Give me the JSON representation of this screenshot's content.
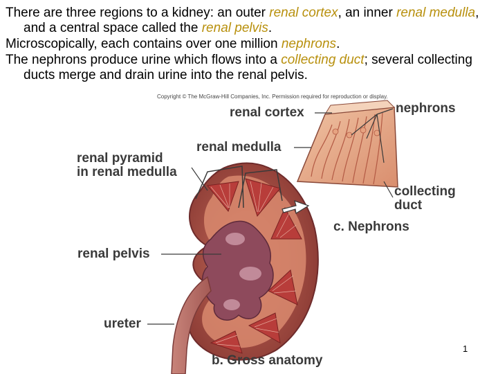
{
  "paragraphs": [
    {
      "segments": [
        {
          "text": "There are three regions to a kidney: an outer ",
          "hl": false
        },
        {
          "text": "renal cortex",
          "hl": true
        },
        {
          "text": ", an inner ",
          "hl": false
        },
        {
          "text": "renal medulla",
          "hl": true
        },
        {
          "text": ", and a central space called the ",
          "hl": false
        },
        {
          "text": "renal pelvis",
          "hl": true
        },
        {
          "text": ".",
          "hl": false
        }
      ]
    },
    {
      "segments": [
        {
          "text": "Microscopically, each contains over one million ",
          "hl": false
        },
        {
          "text": "nephrons",
          "hl": true
        },
        {
          "text": ".",
          "hl": false
        }
      ]
    },
    {
      "segments": [
        {
          "text": "The nephrons produce urine which flows into a ",
          "hl": false
        },
        {
          "text": "collecting duct",
          "hl": true
        },
        {
          "text": "; several collecting ducts merge and drain urine into the renal pelvis.",
          "hl": false
        }
      ]
    }
  ],
  "copyright": "Copyright © The McGraw-Hill Companies, Inc. Permission required for reproduction or display.",
  "labels": {
    "renal_cortex": "renal cortex",
    "nephrons": "nephrons",
    "renal_medulla": "renal medulla",
    "renal_pyramid_1": "renal pyramid",
    "renal_pyramid_2": "in renal medulla",
    "collecting_duct_1": "collecting",
    "collecting_duct_2": "duct",
    "c_nephrons": "c. Nephrons",
    "renal_pelvis": "renal pelvis",
    "ureter": "ureter",
    "b_gross": "b. Gross anatomy"
  },
  "page_number": "1",
  "colors": {
    "highlight": "#b8900d",
    "label": "#3a3a3a",
    "cortex": "#b85a4a",
    "medulla": "#c97a6a",
    "pelvis": "#8e4a5c",
    "tissue": "#e9b9a0"
  }
}
